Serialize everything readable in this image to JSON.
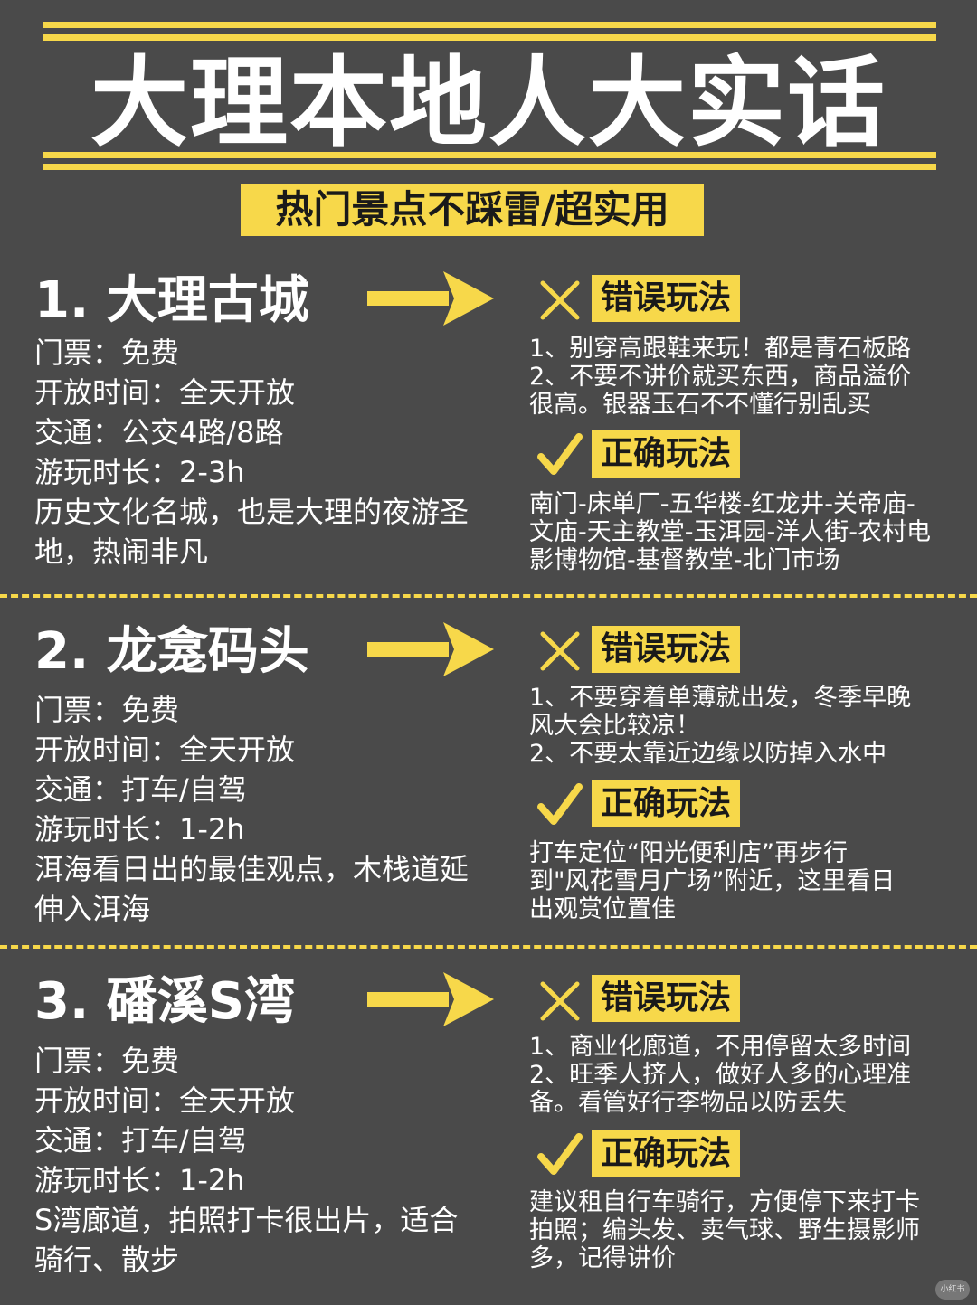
{
  "title": "大理本地人大实话",
  "subtitle": "热门景点不踩雷/超实用",
  "colors": {
    "accent": "#f7d84a",
    "background": "#4a4a4a",
    "text": "#ffffff"
  },
  "wrong_label": "错误玩法",
  "right_label": "正确玩法",
  "sections": [
    {
      "title": "1. 大理古城",
      "info": [
        "门票：免费",
        "开放时间：全天开放",
        "交通：公交4路/8路",
        "游玩时长：2-3h"
      ],
      "desc": "历史文化名城，也是大理的夜游圣地，热闹非凡",
      "wrong": [
        "1、别穿高跟鞋来玩！都是青石板路",
        "2、不要不讲价就买东西，商品溢价",
        "很高。银器玉石不不懂行别乱买"
      ],
      "right": [
        "南门-床单厂-五华楼-红龙井-关帝庙-",
        "文庙-天主教堂-玉洱园-洋人街-农村电",
        "影博物馆-基督教堂-北门市场"
      ]
    },
    {
      "title": "2. 龙龛码头",
      "info": [
        "门票：免费",
        "开放时间：全天开放",
        "交通：打车/自驾",
        "游玩时长：1-2h"
      ],
      "desc": "洱海看日出的最佳观点，木栈道延伸入洱海",
      "wrong": [
        "1、不要穿着单薄就出发，冬季早晚",
        "风大会比较凉！",
        "2、不要太靠近边缘以防掉入水中"
      ],
      "right": [
        "打车定位“阳光便利店”再步行",
        "到\"风花雪月广场”附近，这里看日",
        "出观赏位置佳"
      ]
    },
    {
      "title": "3. 磻溪S湾",
      "info": [
        "门票：免费",
        "开放时间：全天开放",
        "交通：打车/自驾",
        "游玩时长：1-2h"
      ],
      "desc": "S湾廊道，拍照打卡很出片，适合骑行、散步",
      "wrong": [
        "1、商业化廊道，不用停留太多时间",
        "2、旺季人挤人，做好人多的心理准",
        "备。看管好行李物品以防丢失"
      ],
      "right": [
        "建议租自行车骑行，方便停下来打卡",
        "拍照；编头发、卖气球、野生摄影师",
        "多，记得讲价"
      ]
    }
  ],
  "watermark": "小红书",
  "icons": {
    "arrow": "right-arrow-icon",
    "wrong": "cross-icon",
    "right": "check-icon"
  }
}
